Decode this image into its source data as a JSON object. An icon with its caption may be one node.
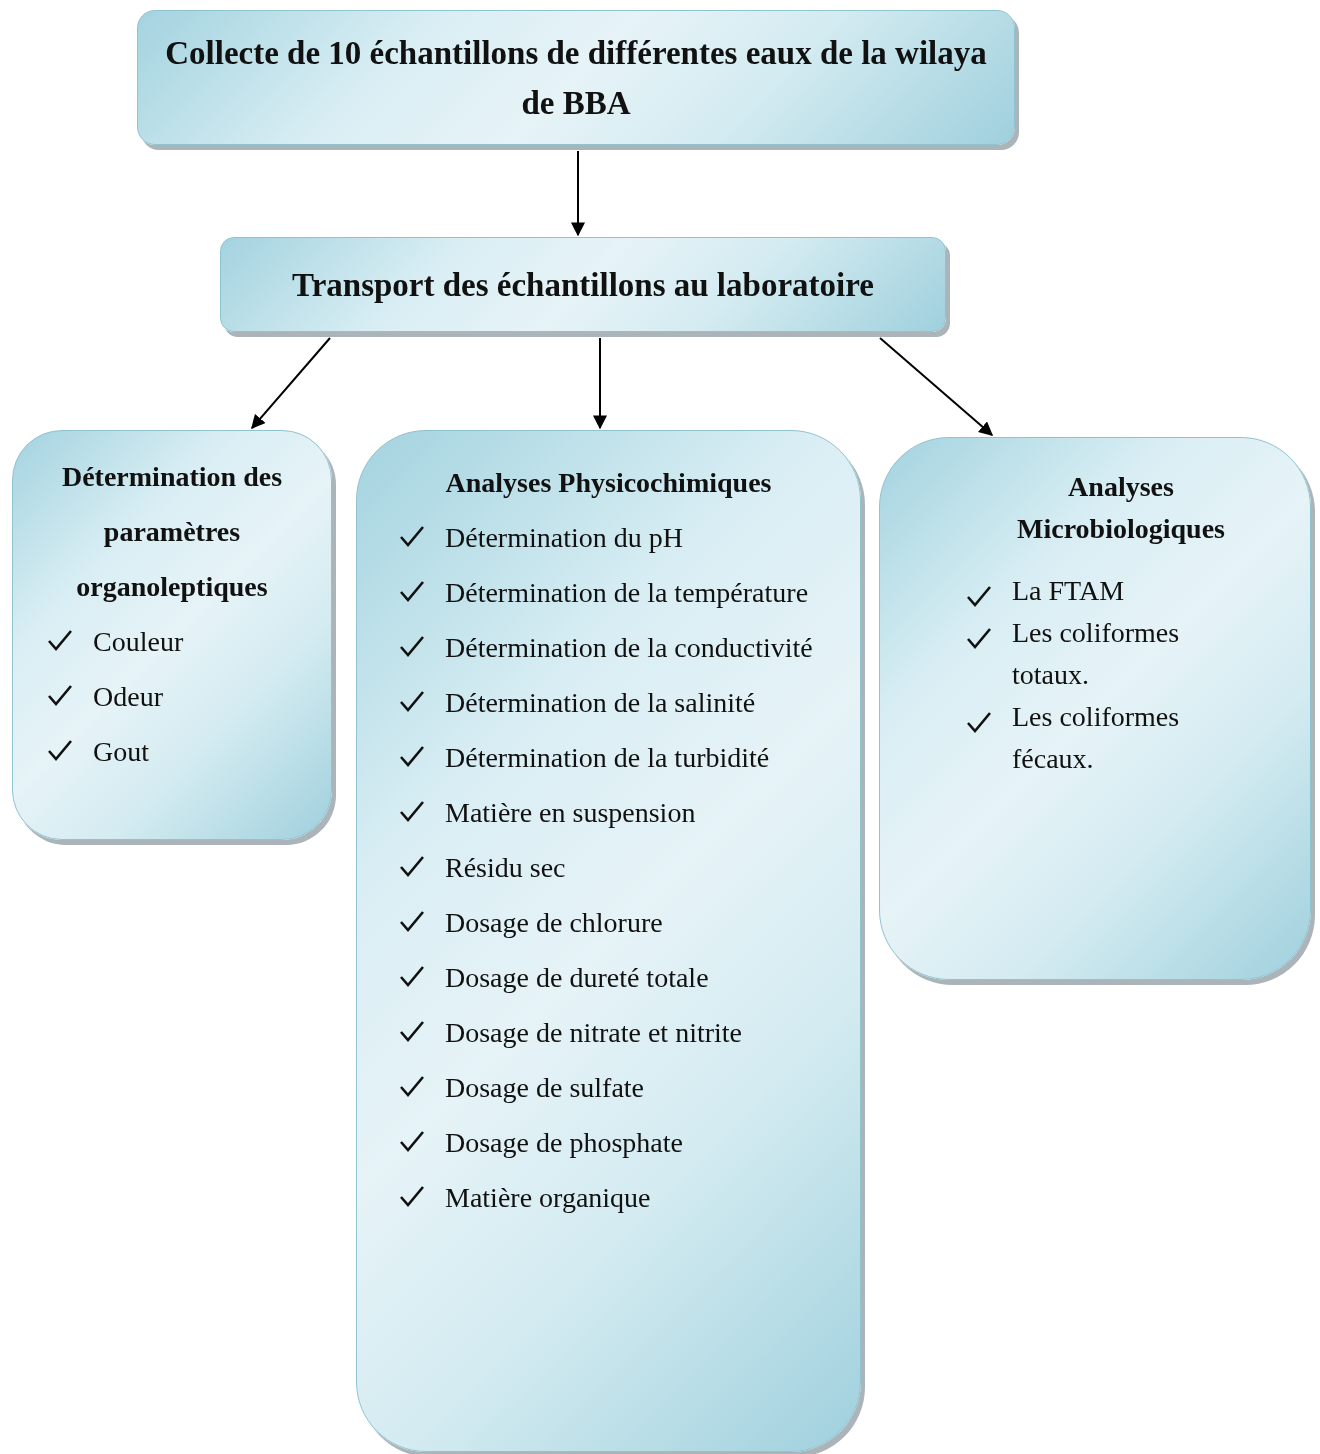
{
  "diagram": {
    "nodes": [
      {
        "text": [
          "Collecte de 10 échantillons de différentes eaux de la wilaya de BBA"
        ]
      },
      {
        "text": [
          "Transport des échantillons au laboratoire"
        ]
      },
      {
        "text": [
          "Détermination des paramètres organoleptiques",
          "Couleur",
          "Odeur",
          "Gout"
        ]
      },
      {
        "text": [
          "Analyses Physicochimiques",
          "Détermination du pH",
          "Détermination de la température",
          "Détermination de la conductivité",
          "Détermination de la salinité",
          "Détermination de la turbidité",
          "Matière en suspension",
          "Résidu sec",
          "Dosage de chlorure",
          "Dosage de dureté totale",
          "Dosage de nitrate et nitrite",
          "Dosage de sulfate",
          "Dosage de phosphate",
          "Matière organique"
        ]
      },
      {
        "text": [
          "Analyses Microbiologiques",
          "La FTAM",
          "Les coliformes totaux.",
          "Les coliformes fécaux."
        ]
      }
    ],
    "edges": [
      {
        "from": 0,
        "to": 1,
        "arrow": "to"
      },
      {
        "from": 1,
        "to": 2,
        "arrow": "to"
      },
      {
        "from": 1,
        "to": 3,
        "arrow": "to"
      },
      {
        "from": 1,
        "to": 4,
        "arrow": "to"
      }
    ]
  }
}
